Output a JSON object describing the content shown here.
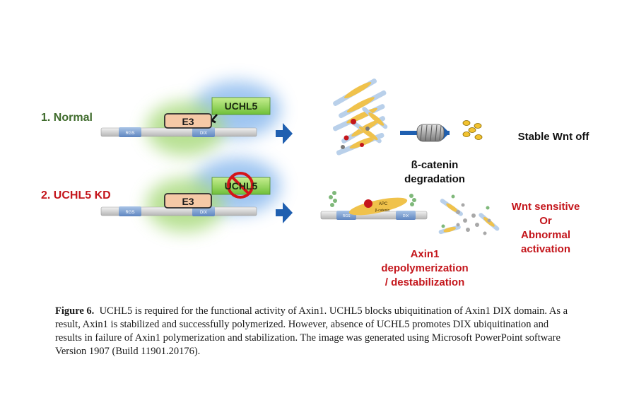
{
  "rows": {
    "normal_label": "1. Normal",
    "kd_label": "2. UCHL5 KD"
  },
  "labels": {
    "uchl5": "UCHL5",
    "e3": "E3",
    "rgs": "RGS",
    "dix": "DIX",
    "apc": "APC",
    "beta_catenin_small": "β-catenin"
  },
  "outcomes": {
    "degradation_line1": "ß-catenin",
    "degradation_line2": "degradation",
    "stable": "Stable Wnt off",
    "axin_line1": "Axin1",
    "axin_line2": "depolymerization",
    "axin_line3": "/ destabilization",
    "wnt_line1": "Wnt sensitive",
    "wnt_line2": "Or",
    "wnt_line3": "Abnormal",
    "wnt_line4": "activation"
  },
  "caption": {
    "figure_label": "Figure 6.",
    "text": "UCHL5 is required for the functional activity of Axin1. UCHL5 blocks ubiquitination of Axin1 DIX domain. As a result, Axin1 is stabilized and successfully polymerized. However, absence of UCHL5 promotes DIX ubiquitination and results in failure of Axin1 polymerization and stabilization. The image was generated using Microsoft PowerPoint software Version 1907 (Build 11901.20176)."
  },
  "colors": {
    "normal_green": "#3f6b2c",
    "kd_red": "#c4161c",
    "arrow_blue": "#1f5fb0",
    "uchl5_green": "#8fd14f",
    "e3_peach": "#f5c9a6"
  }
}
